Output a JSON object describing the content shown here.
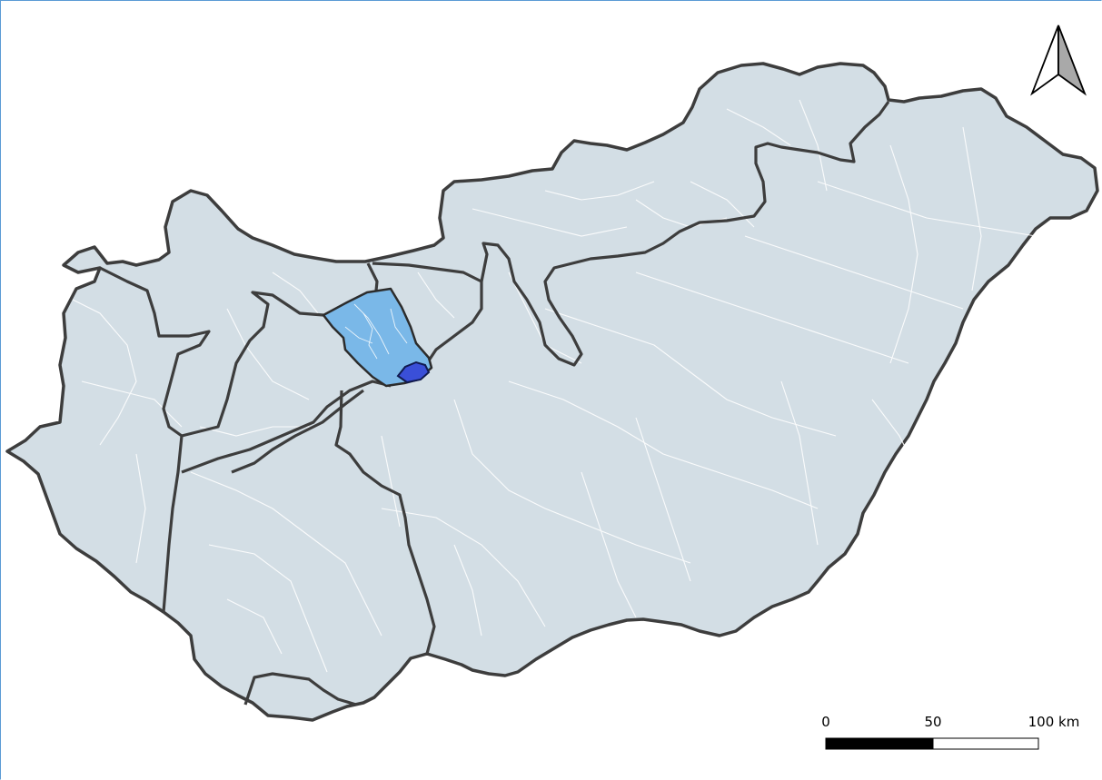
{
  "map": {
    "colors": {
      "land": "#d3dee5",
      "outer_border": "#3d3d3d",
      "major_boundary": "#3d3d3d",
      "minor_boundary": "#ffffff",
      "highlight_region": "#7ab8e8",
      "highlight_subregion": "#3a4fd8"
    }
  },
  "north_arrow": {
    "icon": "north-arrow-icon"
  },
  "scale_bar": {
    "tick_0": "0",
    "tick_1": "50",
    "tick_2": "100 km",
    "segment_dark_color": "#000000",
    "segment_light_color": "#ffffff"
  }
}
